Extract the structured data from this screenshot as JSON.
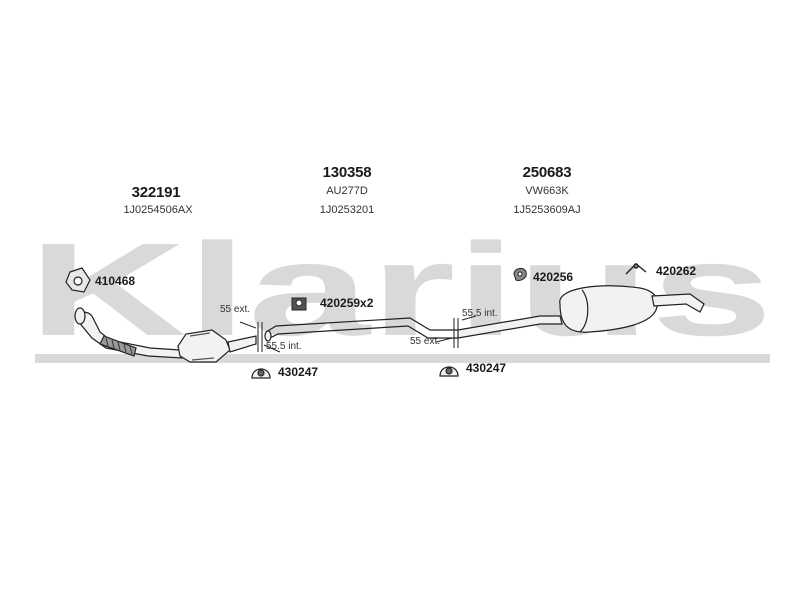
{
  "watermark": {
    "text": "Klarius",
    "color": "#d9d9d9"
  },
  "groups": [
    {
      "part_number": "322191",
      "oe_code": "1J0254506AX"
    },
    {
      "part_number": "130358",
      "ref_code": "AU277D",
      "oe_code": "1J0253201"
    },
    {
      "part_number": "250683",
      "ref_code": "VW663K",
      "oe_code": "1J5253609AJ"
    }
  ],
  "fittings": [
    {
      "label": "410468",
      "icon": "gasket-icon"
    },
    {
      "label": "420259x2",
      "icon": "rubber-mount-icon"
    },
    {
      "label": "420256",
      "icon": "hanger-icon"
    },
    {
      "label": "420262",
      "icon": "bracket-icon"
    },
    {
      "label": "430247",
      "icon": "clamp-icon"
    },
    {
      "label": "430247",
      "icon": "clamp-icon"
    }
  ],
  "joints": [
    {
      "ext": "55 ext.",
      "int": "55.5 int."
    },
    {
      "int": "55.5 int.",
      "ext": "55 ext."
    }
  ],
  "colors": {
    "line": "#222222",
    "watermark": "#d9d9d9",
    "fill": "#f2f2f2"
  }
}
